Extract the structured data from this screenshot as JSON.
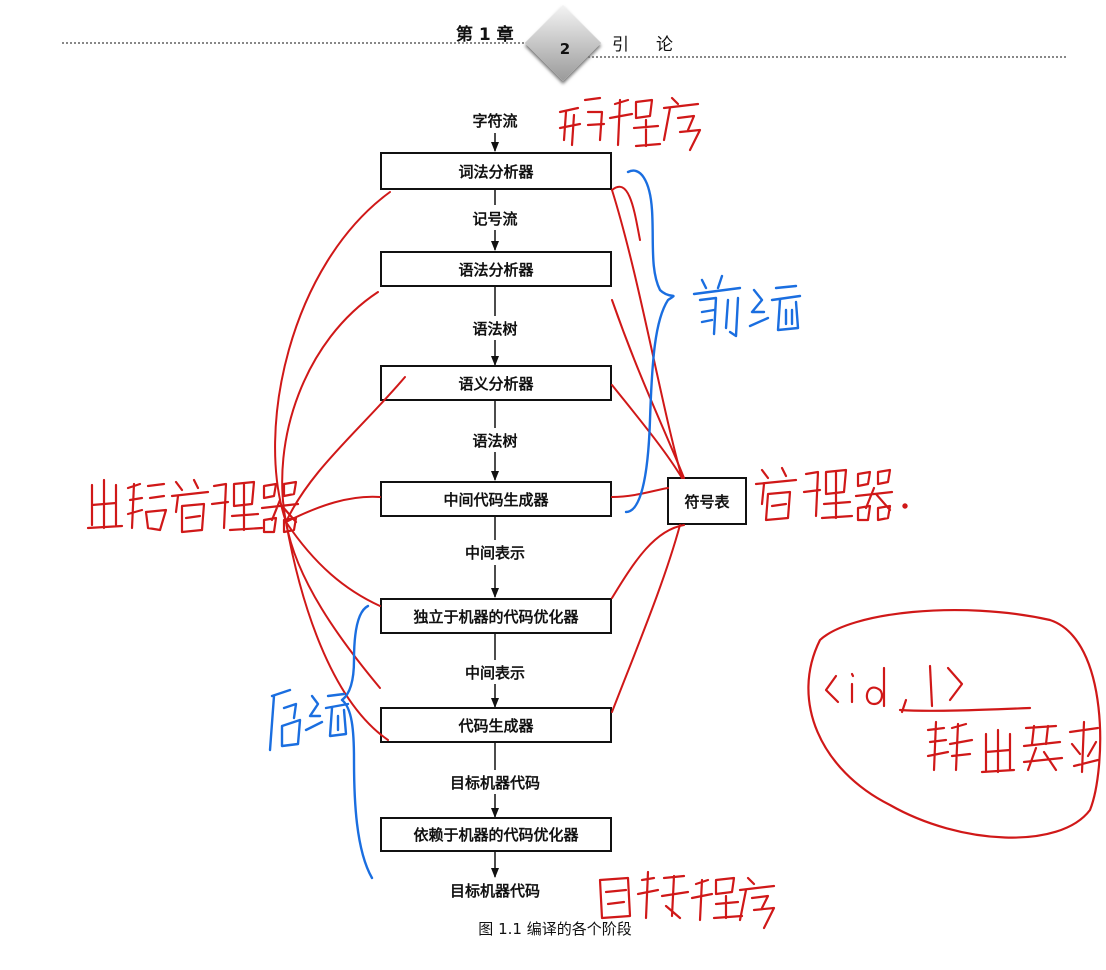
{
  "header": {
    "chapter": "第 1 章",
    "page_number": "2",
    "section": "引     论"
  },
  "phases": [
    {
      "id": "lexical",
      "label": "词法分析器"
    },
    {
      "id": "syntax",
      "label": "语法分析器"
    },
    {
      "id": "semantic",
      "label": "语义分析器"
    },
    {
      "id": "icg",
      "label": "中间代码生成器"
    },
    {
      "id": "mio",
      "label": "独立于机器的代码优化器"
    },
    {
      "id": "codegen",
      "label": "代码生成器"
    },
    {
      "id": "mdo",
      "label": "依赖于机器的代码优化器"
    }
  ],
  "flows": [
    {
      "id": "input",
      "label": "字符流"
    },
    {
      "id": "f1",
      "label": "记号流"
    },
    {
      "id": "f2",
      "label": "语法树"
    },
    {
      "id": "f3",
      "label": "语法树"
    },
    {
      "id": "f4",
      "label": "中间表示"
    },
    {
      "id": "f5",
      "label": "中间表示"
    },
    {
      "id": "f6",
      "label": "目标机器代码"
    },
    {
      "id": "output",
      "label": "目标机器代码"
    }
  ],
  "symbol_table": {
    "label": "符号表"
  },
  "caption": "图 1.1   编译的各个阶段",
  "annotations": {
    "colors": {
      "red": "#d01818",
      "blue": "#1a6ee0"
    }
  }
}
